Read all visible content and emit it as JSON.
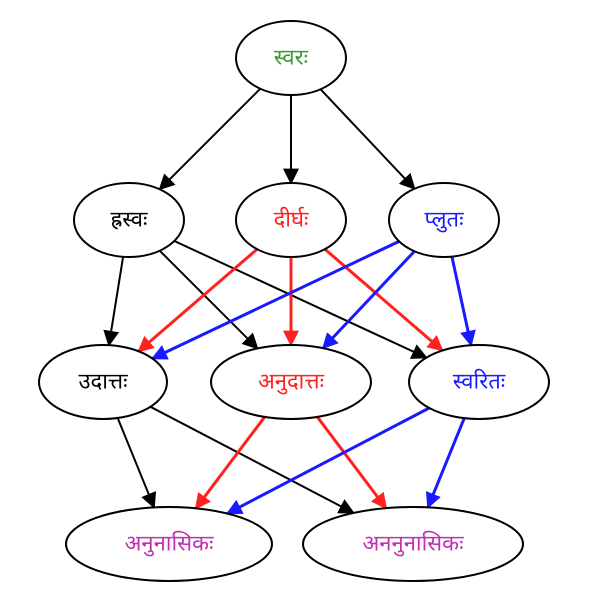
{
  "colors": {
    "black": "#000000",
    "red": "#ff2020",
    "blue": "#1a1aff",
    "green": "#3a9a3a",
    "magenta": "#c030b0"
  },
  "nodes": {
    "svara": {
      "label": "स्वरः",
      "color": "green"
    },
    "hrasva": {
      "label": "ह्रस्वः",
      "color": "black"
    },
    "dirgha": {
      "label": "दीर्घः",
      "color": "red"
    },
    "pluta": {
      "label": "प्लुतः",
      "color": "blue"
    },
    "udatta": {
      "label": "उदात्तः",
      "color": "black"
    },
    "anudatta": {
      "label": "अनुदात्तः",
      "color": "red"
    },
    "svarita": {
      "label": "स्वरितः",
      "color": "blue"
    },
    "anunasika": {
      "label": "अनुनासिकः",
      "color": "magenta"
    },
    "ananunasika": {
      "label": "अननुनासिकः",
      "color": "magenta"
    }
  },
  "edges": [
    {
      "from": "svara",
      "to": "hrasva",
      "color": "black"
    },
    {
      "from": "svara",
      "to": "dirgha",
      "color": "black"
    },
    {
      "from": "svara",
      "to": "pluta",
      "color": "black"
    },
    {
      "from": "hrasva",
      "to": "udatta",
      "color": "black"
    },
    {
      "from": "hrasva",
      "to": "anudatta",
      "color": "black"
    },
    {
      "from": "hrasva",
      "to": "svarita",
      "color": "black"
    },
    {
      "from": "dirgha",
      "to": "udatta",
      "color": "red"
    },
    {
      "from": "dirgha",
      "to": "anudatta",
      "color": "red"
    },
    {
      "from": "dirgha",
      "to": "svarita",
      "color": "red"
    },
    {
      "from": "pluta",
      "to": "udatta",
      "color": "blue"
    },
    {
      "from": "pluta",
      "to": "anudatta",
      "color": "blue"
    },
    {
      "from": "pluta",
      "to": "svarita",
      "color": "blue"
    },
    {
      "from": "udatta",
      "to": "anunasika",
      "color": "black"
    },
    {
      "from": "udatta",
      "to": "ananunasika",
      "color": "black"
    },
    {
      "from": "anudatta",
      "to": "anunasika",
      "color": "red"
    },
    {
      "from": "anudatta",
      "to": "ananunasika",
      "color": "red"
    },
    {
      "from": "svarita",
      "to": "anunasika",
      "color": "blue"
    },
    {
      "from": "svarita",
      "to": "ananunasika",
      "color": "blue"
    }
  ]
}
